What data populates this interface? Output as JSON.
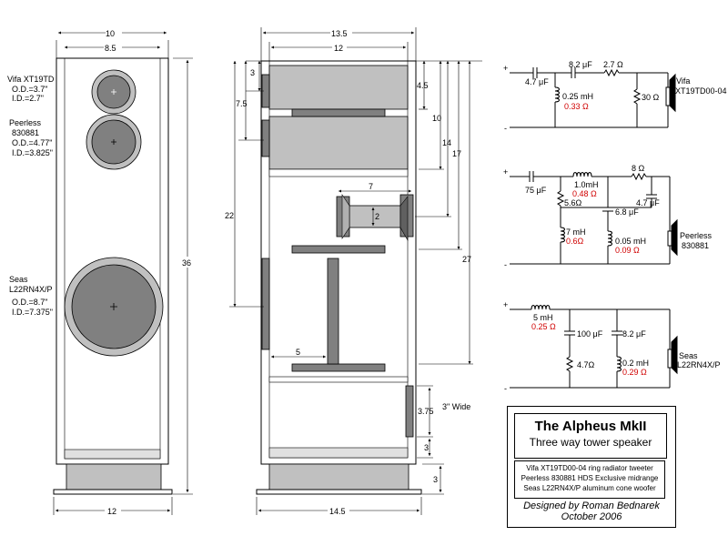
{
  "front": {
    "tweeter": {
      "model": "Vifa XT19TD",
      "od": "O.D.=3.7\"",
      "id": "I.D.=2.7\""
    },
    "mid": {
      "model": "Peerless",
      "code": "830881",
      "od": "O.D.=4.77\"",
      "id": "I.D.=3.825\""
    },
    "woofer": {
      "model": "Seas",
      "code": "L22RN4X/P",
      "od": "O.D.=8.7\"",
      "id": "I.D.=7.375\""
    },
    "dims": {
      "top_outer": "10",
      "top_inner": "8.5",
      "height": "36",
      "base": "12"
    }
  },
  "side": {
    "dims": {
      "top_outer": "13.5",
      "top_inner": "12",
      "d3": "3",
      "d7_5": "7.5",
      "d22": "22",
      "d4_5": "4.5",
      "d10": "10",
      "d14": "14",
      "d17": "17",
      "d27": "27",
      "d7": "7",
      "d2": "2",
      "d5": "5",
      "d3_75": "3.75",
      "port_wide": "3\" Wide",
      "d3b": "3",
      "d3c": "3",
      "base": "14.5"
    }
  },
  "crossover": {
    "tweeter": {
      "c1": "4.7 μF",
      "c2": "8.2 μF",
      "r1": "2.7 Ω",
      "l1": "0.25 mH",
      "l1r": "0.33 Ω",
      "r2": "30 Ω",
      "driver": "Vifa",
      "driver2": "XT19TD00-04"
    },
    "mid": {
      "c1": "75 μF",
      "l1": "1.0mH",
      "l1r": "0.48 Ω",
      "r1": "8 Ω",
      "c2": "4.7 μF",
      "r2": "5.6Ω",
      "c3": "6.8 μF",
      "l2": "7 mH",
      "l2r": "0.6Ω",
      "l3": "0.05 mH",
      "l3r": "0.09 Ω",
      "driver": "Peerless",
      "driver2": "830881"
    },
    "woofer": {
      "l1": "5 mH",
      "l1r": "0.25 Ω",
      "c1": "100 μF",
      "c2": "8.2 μF",
      "r1": "4.7Ω",
      "l2": "0.2 mH",
      "l2r": "0.29 Ω",
      "driver": "Seas",
      "driver2": "L22RN4X/P"
    },
    "plus": "+",
    "minus": "-"
  },
  "title": {
    "main": "The Alpheus MkII",
    "sub": "Three way tower speaker",
    "line1": "Vifa XT19TD00-04 ring radiator tweeter",
    "line2": "Peerless 830881 HDS Exclusive midrange",
    "line3": "Seas L22RN4X/P aluminum cone woofer",
    "credit1": "Designed by Roman Bednarek",
    "credit2": "October 2006"
  }
}
